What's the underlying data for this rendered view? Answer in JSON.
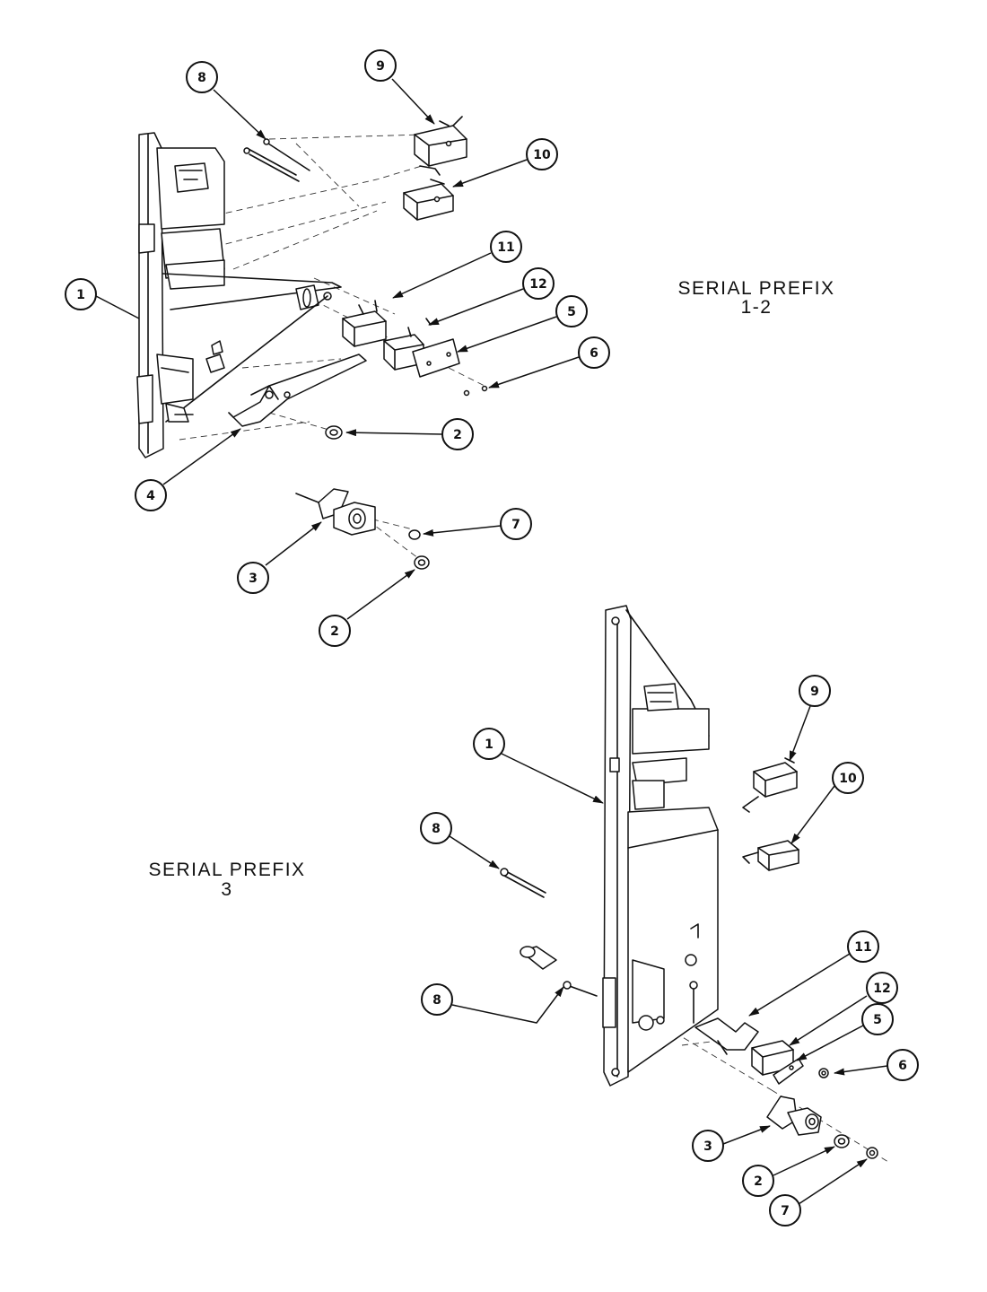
{
  "labels": {
    "upper_serial_line1": "SERIAL PREFIX",
    "upper_serial_line2": "1-2",
    "lower_serial_line1": "SERIAL PREFIX",
    "lower_serial_line2": "3"
  },
  "callouts": {
    "upper": [
      "8",
      "9",
      "10",
      "11",
      "12",
      "5",
      "6",
      "1",
      "2",
      "4",
      "3",
      "7",
      "2"
    ],
    "lower": [
      "9",
      "1",
      "10",
      "8",
      "11",
      "8",
      "12",
      "5",
      "6",
      "3",
      "2",
      "7"
    ]
  }
}
